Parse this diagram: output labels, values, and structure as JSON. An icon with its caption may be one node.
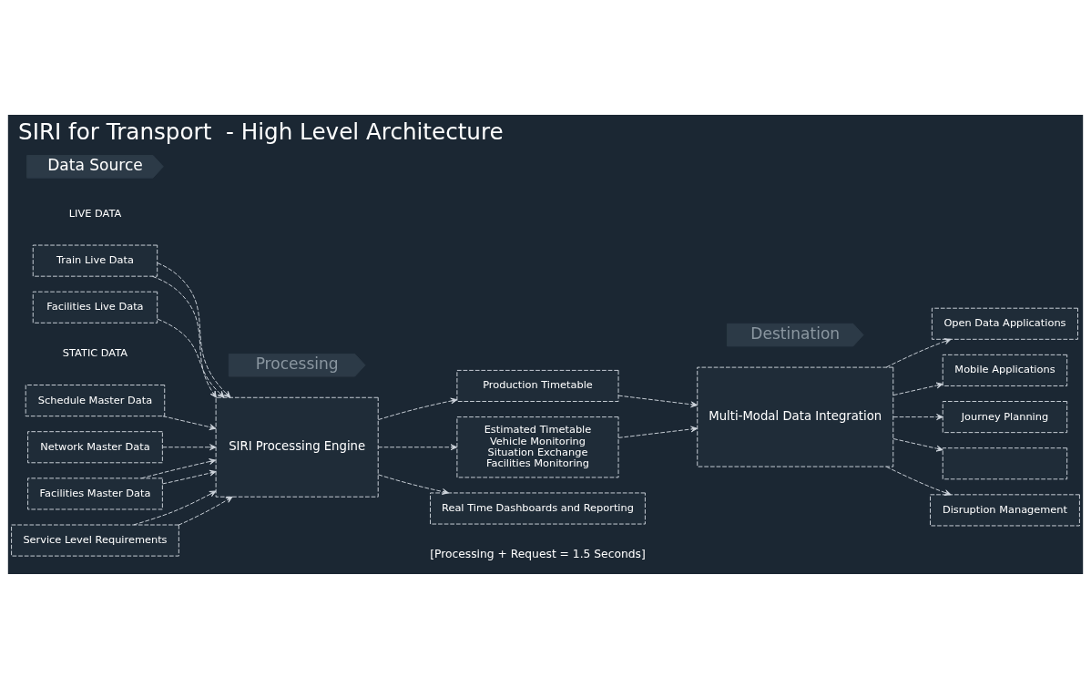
{
  "diagram": {
    "title": "SIRI for Transport  - High Level Architecture",
    "caption": "[Processing + Request = 1.5 Seconds]",
    "nodes": [
      {
        "text": [
          "Data Source"
        ]
      },
      {
        "text": [
          "Processing"
        ]
      },
      {
        "text": [
          "Destination"
        ]
      },
      {
        "text": [
          "Train Live Data"
        ]
      },
      {
        "text": [
          "Facilities Live Data"
        ]
      },
      {
        "text": [
          "Schedule Master Data"
        ]
      },
      {
        "text": [
          "Network Master Data"
        ]
      },
      {
        "text": [
          "Facilities Master Data"
        ]
      },
      {
        "text": [
          "Service Level Requirements"
        ]
      },
      {
        "text": [
          "SIRI Processing Engine"
        ]
      },
      {
        "text": [
          "Production Timetable"
        ]
      },
      {
        "text": [
          "Estimated Timetable",
          "Vehicle Monitoring",
          "Situation Exchange",
          "Facilities Monitoring"
        ]
      },
      {
        "text": [
          "Real Time Dashboards and Reporting"
        ]
      },
      {
        "text": [
          "Multi-Modal Data Integration"
        ]
      },
      {
        "text": [
          "Open Data Applications"
        ]
      },
      {
        "text": [
          "Mobile Applications"
        ]
      },
      {
        "text": [
          "Journey Planning"
        ]
      },
      {
        "text": [],
        "shape": "box"
      },
      {
        "text": [
          "Disruption Management"
        ]
      }
    ],
    "edges": [
      {
        "from": 3,
        "to": 9,
        "arrow": "to",
        "style": "dashed"
      },
      {
        "from": 3,
        "to": 9,
        "arrow": "to",
        "style": "dashed"
      },
      {
        "from": 4,
        "to": 9,
        "arrow": "to",
        "style": "dashed"
      },
      {
        "from": 5,
        "to": 9,
        "arrow": "to",
        "style": "dashed"
      },
      {
        "from": 6,
        "to": 9,
        "arrow": "to",
        "style": "dashed"
      },
      {
        "from": 7,
        "to": 9,
        "arrow": "to",
        "style": "dashed"
      },
      {
        "from": 7,
        "to": 9,
        "arrow": "to",
        "style": "dashed"
      },
      {
        "from": 8,
        "to": 9,
        "arrow": "to",
        "style": "dashed"
      },
      {
        "from": 8,
        "to": 9,
        "arrow": "to",
        "style": "dashed"
      },
      {
        "from": 9,
        "to": 10,
        "arrow": "to",
        "style": "dashed"
      },
      {
        "from": 9,
        "to": 11,
        "arrow": "to",
        "style": "dashed"
      },
      {
        "from": 9,
        "to": 12,
        "arrow": "to",
        "style": "dashed"
      },
      {
        "from": 10,
        "to": 13,
        "arrow": "to",
        "style": "dashed"
      },
      {
        "from": 11,
        "to": 13,
        "arrow": "to",
        "style": "dashed"
      },
      {
        "from": 13,
        "to": 14,
        "arrow": "to",
        "style": "dashed"
      },
      {
        "from": 13,
        "to": 15,
        "arrow": "to",
        "style": "dashed"
      },
      {
        "from": 13,
        "to": 16,
        "arrow": "to",
        "style": "dashed"
      },
      {
        "from": 13,
        "to": 17,
        "arrow": "to",
        "style": "dashed"
      },
      {
        "from": 13,
        "to": 18,
        "arrow": "to",
        "style": "dashed"
      }
    ],
    "labels": [
      "LIVE DATA",
      "STATIC DATA"
    ]
  }
}
